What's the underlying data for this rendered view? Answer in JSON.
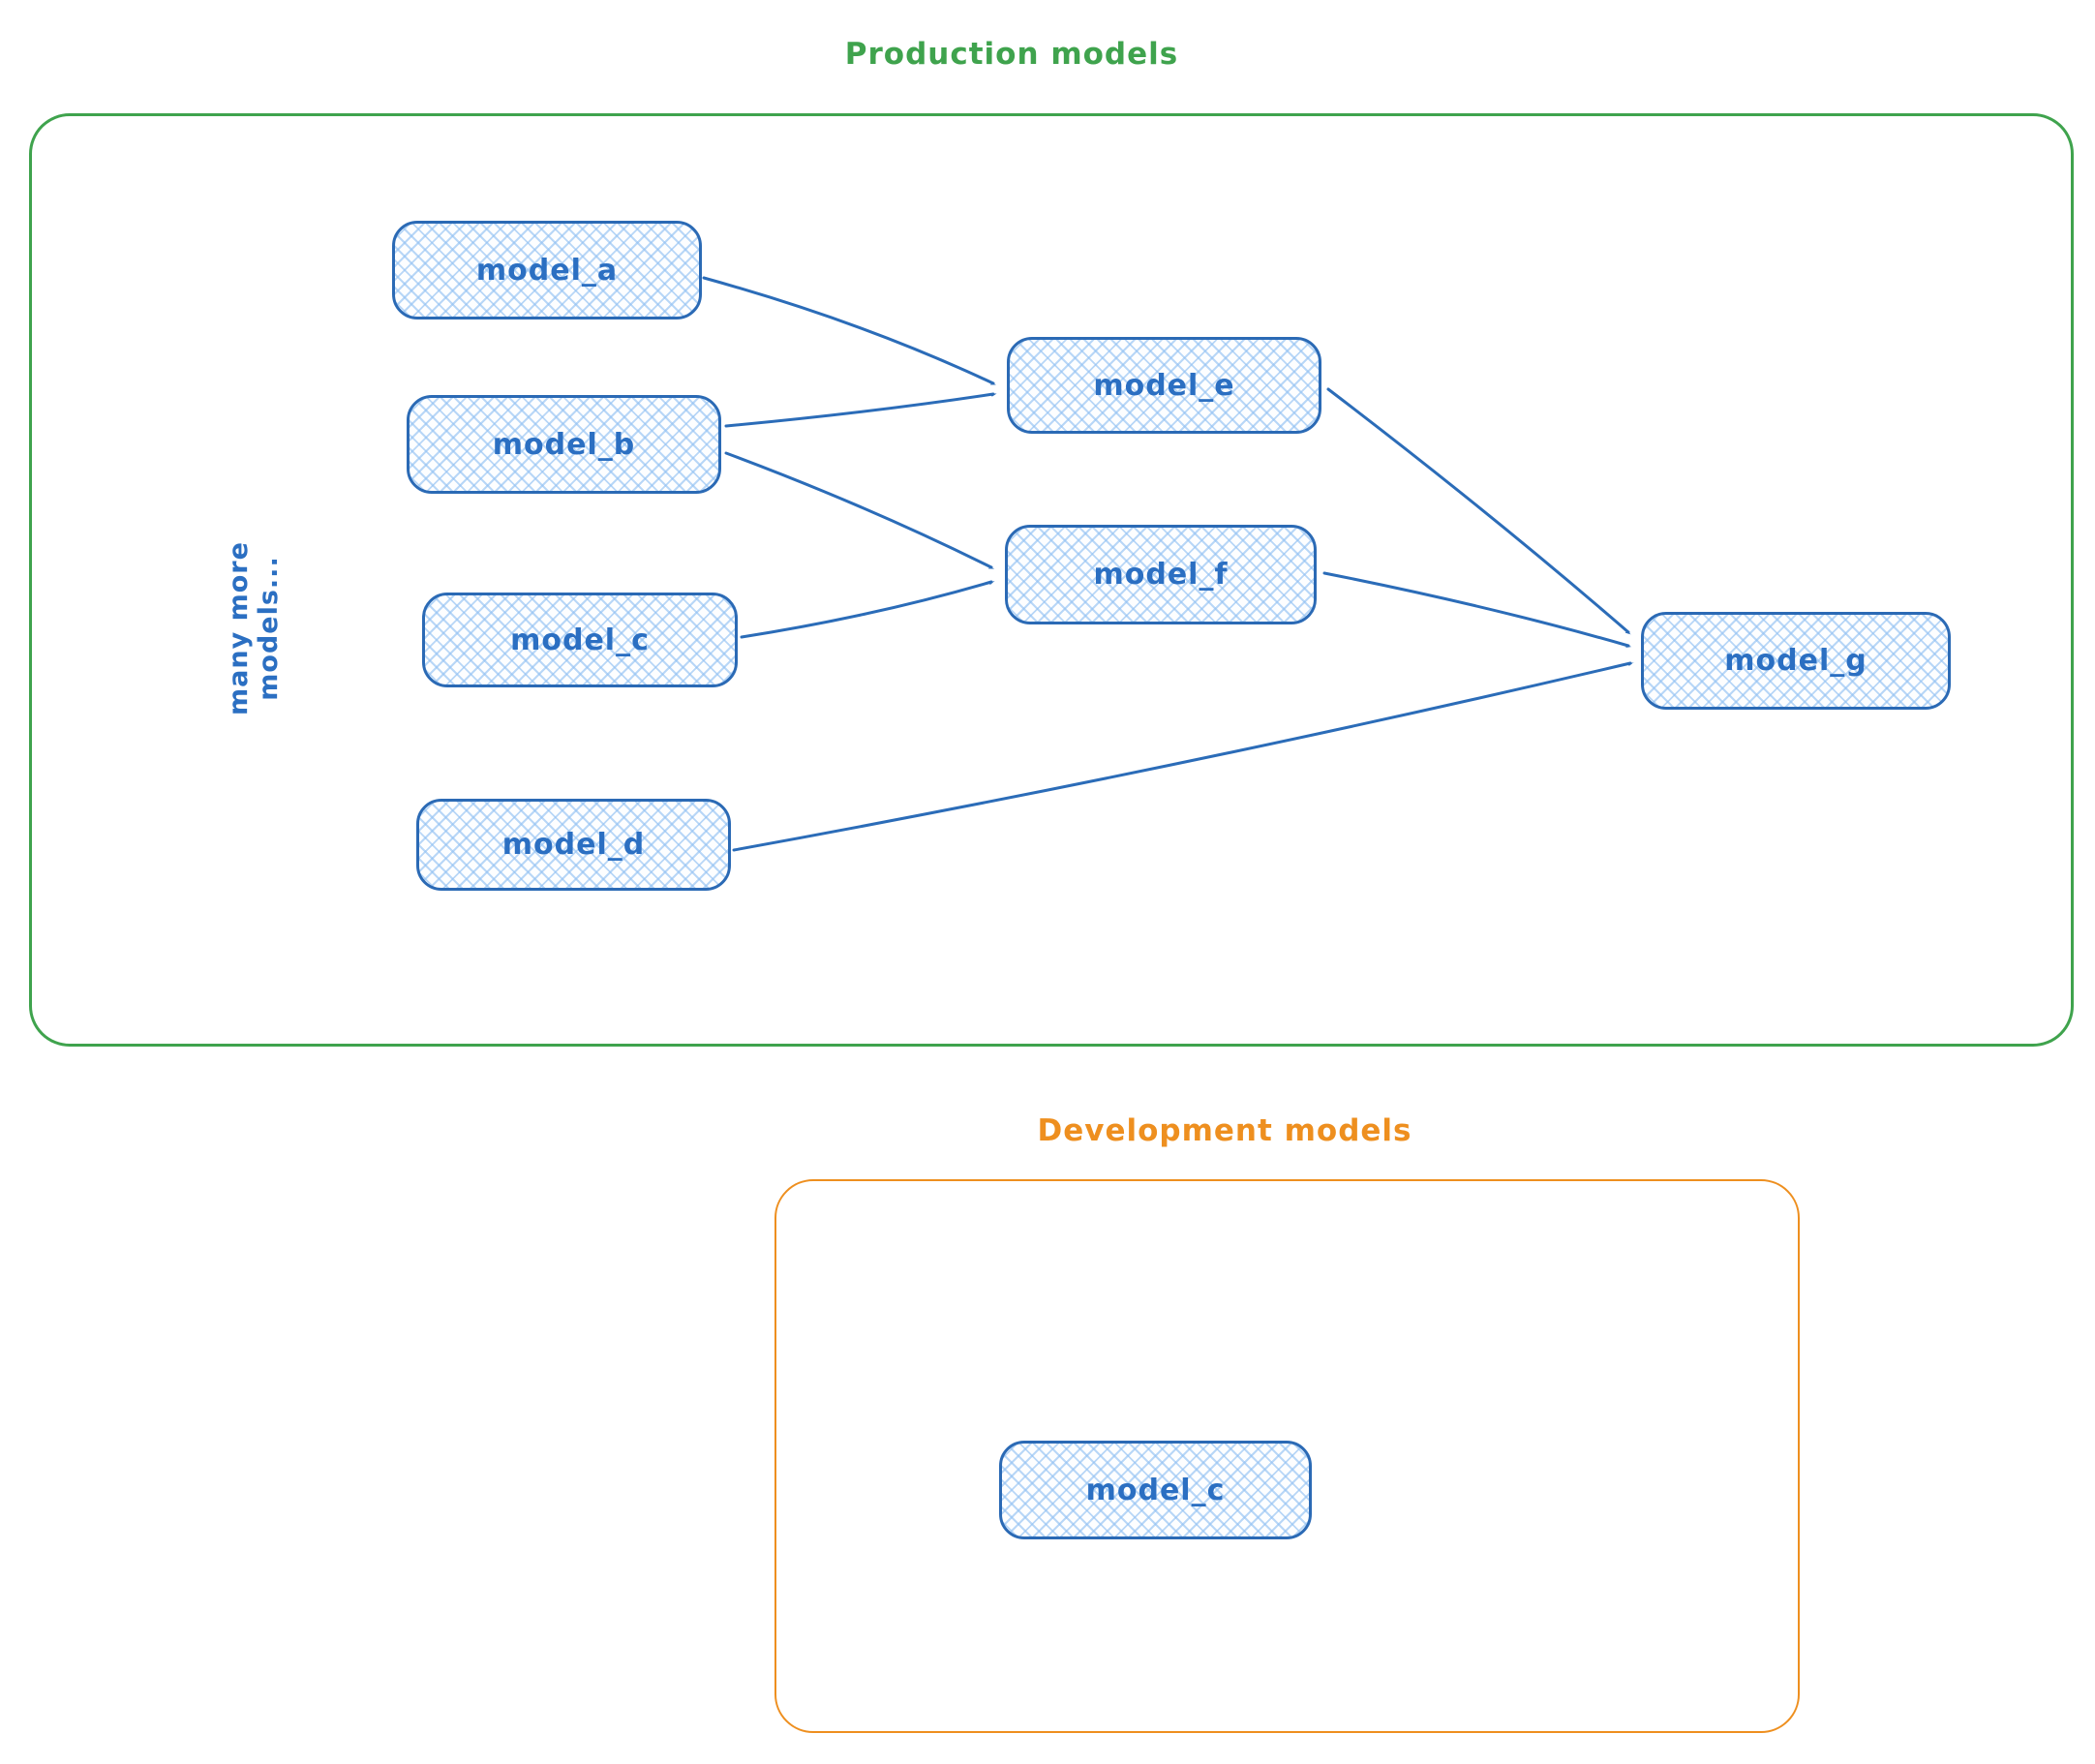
{
  "groups": {
    "production": {
      "title": "Production models",
      "color": "#3fa34d"
    },
    "development": {
      "title": "Development models",
      "color": "#ee8f1f"
    }
  },
  "annotations": {
    "many_more": "many more models..."
  },
  "nodes": {
    "a": {
      "label": "model_a"
    },
    "b": {
      "label": "model_b"
    },
    "c": {
      "label": "model_c"
    },
    "d": {
      "label": "model_d"
    },
    "e": {
      "label": "model_e"
    },
    "f": {
      "label": "model_f"
    },
    "g": {
      "label": "model_g"
    },
    "c_dev": {
      "label": "model_c"
    }
  },
  "edges": [
    {
      "from": "model_a",
      "to": "model_e"
    },
    {
      "from": "model_b",
      "to": "model_e"
    },
    {
      "from": "model_b",
      "to": "model_f"
    },
    {
      "from": "model_c",
      "to": "model_f"
    },
    {
      "from": "model_e",
      "to": "model_g"
    },
    {
      "from": "model_f",
      "to": "model_g"
    },
    {
      "from": "model_d",
      "to": "model_g"
    }
  ],
  "colors": {
    "group_production_border": "#3fa34d",
    "group_development_border": "#ee8f1f",
    "node_border": "#2b6ab5",
    "node_fill_hatch": "#94c2f3",
    "arrow": "#2b6cb8",
    "label_text": "#2b6fc2"
  },
  "style": {
    "sketch": "hand-drawn (excalidraw-like), crosshatch node fill"
  }
}
